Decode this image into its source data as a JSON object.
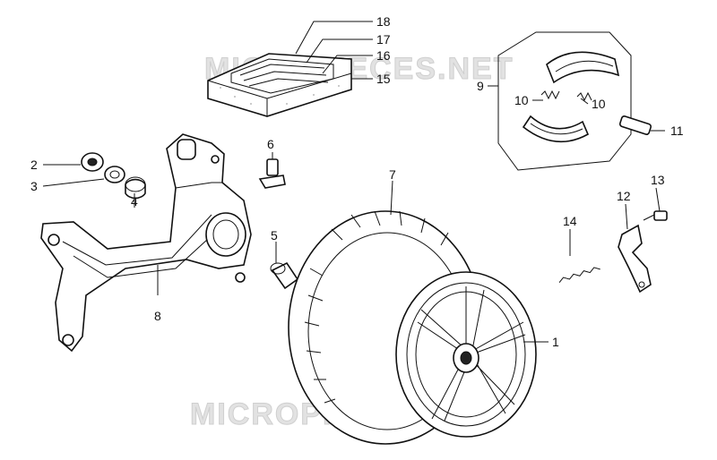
{
  "watermark": {
    "top": "MICROPIECES.NET",
    "bottom": "MICROPIECES.NET"
  },
  "callouts": [
    {
      "id": "1",
      "text": "1"
    },
    {
      "id": "2",
      "text": "2"
    },
    {
      "id": "3",
      "text": "3"
    },
    {
      "id": "4",
      "text": "4"
    },
    {
      "id": "5",
      "text": "5"
    },
    {
      "id": "6",
      "text": "6"
    },
    {
      "id": "7",
      "text": "7"
    },
    {
      "id": "8",
      "text": "8"
    },
    {
      "id": "9",
      "text": "9"
    },
    {
      "id": "10a",
      "text": "10"
    },
    {
      "id": "10b",
      "text": "10"
    },
    {
      "id": "11",
      "text": "11"
    },
    {
      "id": "12",
      "text": "12"
    },
    {
      "id": "13",
      "text": "13"
    },
    {
      "id": "14",
      "text": "14"
    },
    {
      "id": "15",
      "text": "15"
    },
    {
      "id": "16",
      "text": "16"
    },
    {
      "id": "17",
      "text": "17"
    },
    {
      "id": "18",
      "text": "18"
    }
  ]
}
